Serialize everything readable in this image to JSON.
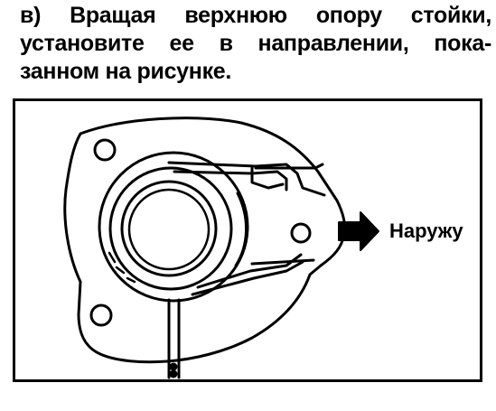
{
  "instruction": {
    "lines": [
      "в) Вращая верхнюю опору стойки,",
      "установите ее в направлении, пока-",
      "занном на рисунке."
    ]
  },
  "figure": {
    "direction_label": "Наружу",
    "icons": {
      "mount": "strut-top-mount-drawing",
      "arrow": "arrow-right-icon"
    }
  }
}
